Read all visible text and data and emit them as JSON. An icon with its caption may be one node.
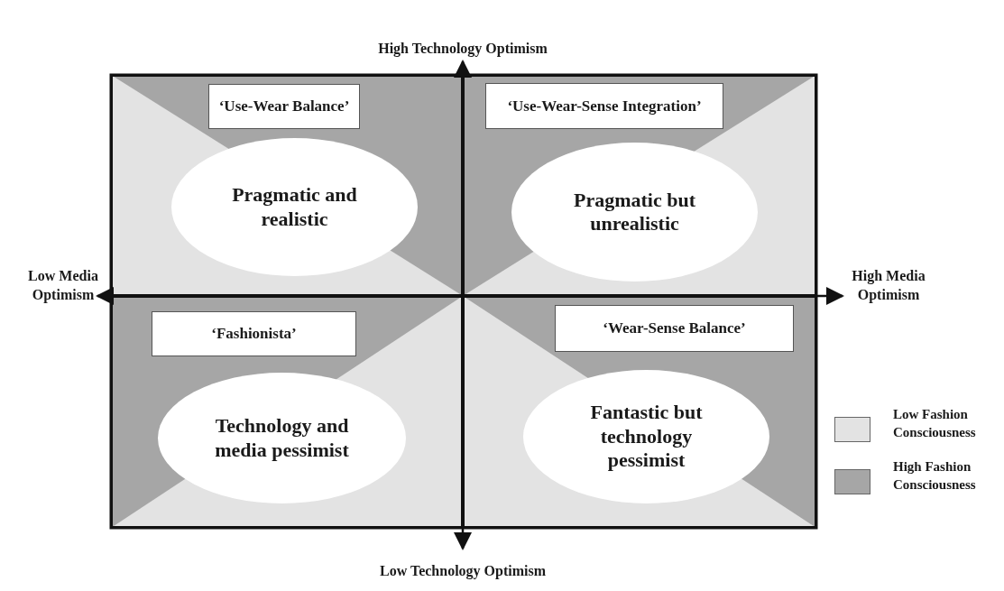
{
  "diagram": {
    "nodes": [
      {
        "text": [
          "‘Use-Wear Balance’"
        ]
      },
      {
        "text": [
          "Pragmatic and realistic"
        ]
      },
      {
        "text": [
          "‘Use-Wear-Sense Integration’"
        ]
      },
      {
        "text": [
          "Pragmatic but unrealistic"
        ]
      },
      {
        "text": [
          "‘Fashionista’"
        ]
      },
      {
        "text": [
          "Technology and media pessimist"
        ]
      },
      {
        "text": [
          "‘Wear-Sense Balance’"
        ]
      },
      {
        "text": [
          "Fantastic but technology pessimist"
        ]
      }
    ],
    "edges": [],
    "labels": [
      "High Technology Optimism",
      "Low Media Optimism",
      "High Media Optimism",
      "Low Technology Optimism"
    ],
    "legend": [
      {
        "text": "Low Fashion Consciousness",
        "color": "#e3e3e3"
      },
      {
        "text": "High Fashion Consciousness",
        "color": "#a6a6a6"
      }
    ]
  }
}
